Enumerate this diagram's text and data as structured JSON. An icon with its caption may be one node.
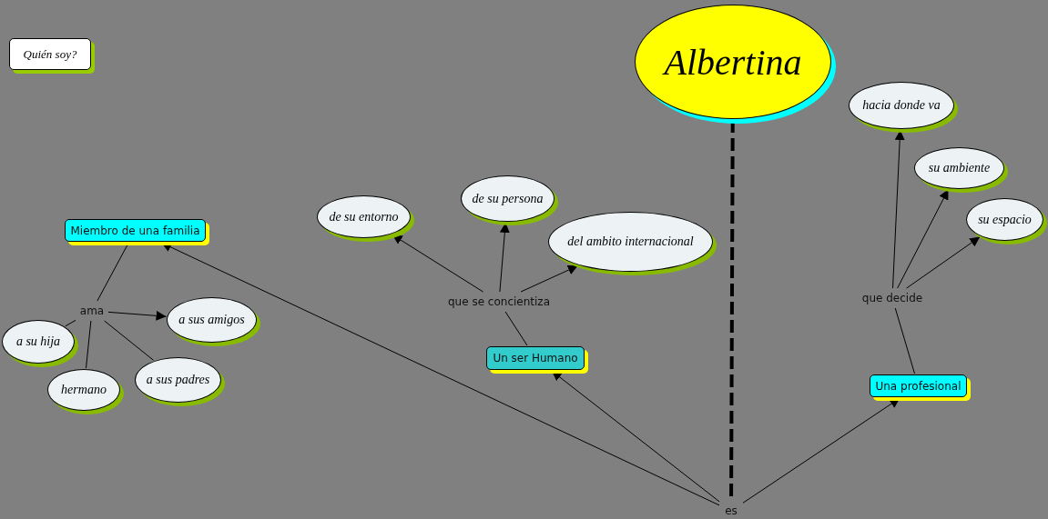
{
  "diagram": {
    "nodes": [
      {
        "text": [
          "Quién soy?"
        ]
      },
      {
        "text": [
          "Albertina"
        ]
      },
      {
        "text": [
          "es"
        ]
      },
      {
        "text": [
          "Miembro de una familia"
        ]
      },
      {
        "text": [
          "Un ser Humano"
        ]
      },
      {
        "text": [
          "Una profesional"
        ]
      },
      {
        "text": [
          "ama"
        ]
      },
      {
        "text": [
          "a su hija"
        ]
      },
      {
        "text": [
          "hermano"
        ]
      },
      {
        "text": [
          "a sus padres"
        ]
      },
      {
        "text": [
          "a sus amigos"
        ]
      },
      {
        "text": [
          "que se concientiza"
        ]
      },
      {
        "text": [
          "de su entorno"
        ]
      },
      {
        "text": [
          "de su persona"
        ]
      },
      {
        "text": [
          "del ambito internacional"
        ]
      },
      {
        "text": [
          "que decide"
        ]
      },
      {
        "text": [
          "hacia donde va"
        ]
      },
      {
        "text": [
          "su ambiente"
        ]
      },
      {
        "text": [
          "su espacio"
        ]
      }
    ],
    "edges": [
      {
        "from": 1,
        "to": 2,
        "arrow": "none",
        "style": "dashed"
      },
      {
        "from": 2,
        "to": 3,
        "arrow": "to"
      },
      {
        "from": 2,
        "to": 4,
        "arrow": "to"
      },
      {
        "from": 2,
        "to": 5,
        "arrow": "to"
      },
      {
        "from": 3,
        "to": 6,
        "arrow": "none"
      },
      {
        "from": 6,
        "to": 7,
        "arrow": "none"
      },
      {
        "from": 6,
        "to": 8,
        "arrow": "none"
      },
      {
        "from": 6,
        "to": 9,
        "arrow": "none"
      },
      {
        "from": 6,
        "to": 10,
        "arrow": "to"
      },
      {
        "from": 4,
        "to": 11,
        "arrow": "none"
      },
      {
        "from": 11,
        "to": 12,
        "arrow": "to"
      },
      {
        "from": 11,
        "to": 13,
        "arrow": "to"
      },
      {
        "from": 11,
        "to": 14,
        "arrow": "to"
      },
      {
        "from": 5,
        "to": 15,
        "arrow": "none"
      },
      {
        "from": 15,
        "to": 16,
        "arrow": "to"
      },
      {
        "from": 15,
        "to": 17,
        "arrow": "to"
      },
      {
        "from": 15,
        "to": 18,
        "arrow": "to"
      }
    ]
  }
}
